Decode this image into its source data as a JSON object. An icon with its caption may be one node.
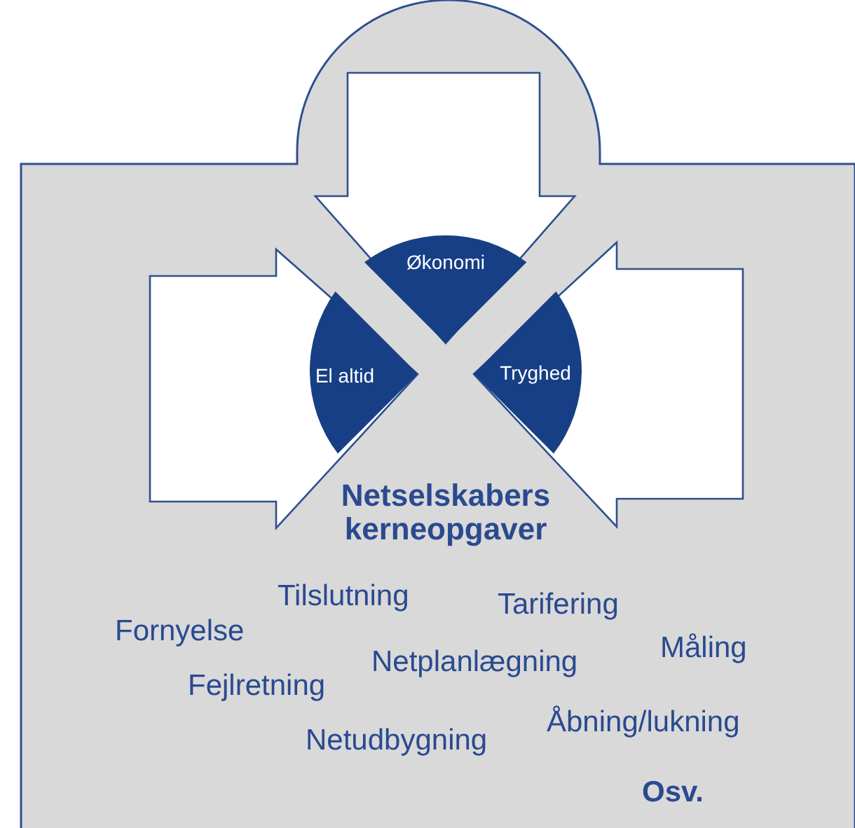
{
  "diagram": {
    "nodes": [
      {
        "text": [
          "Økonomi"
        ]
      },
      {
        "text": [
          "El altid"
        ]
      },
      {
        "text": [
          "Tryghed"
        ]
      }
    ],
    "edges": [
      {
        "from": null,
        "to": 0,
        "arrow": "to"
      },
      {
        "from": null,
        "to": 1,
        "arrow": "to"
      },
      {
        "from": null,
        "to": 2,
        "arrow": "to"
      }
    ],
    "labels": [
      "Netselskabers kerneopgaver",
      "Tilslutning",
      "Tarifering",
      "Fornyelse",
      "Måling",
      "Netplanlægning",
      "Fejlretning",
      "Åbning/lukning",
      "Netudbygning",
      "Osv."
    ]
  }
}
